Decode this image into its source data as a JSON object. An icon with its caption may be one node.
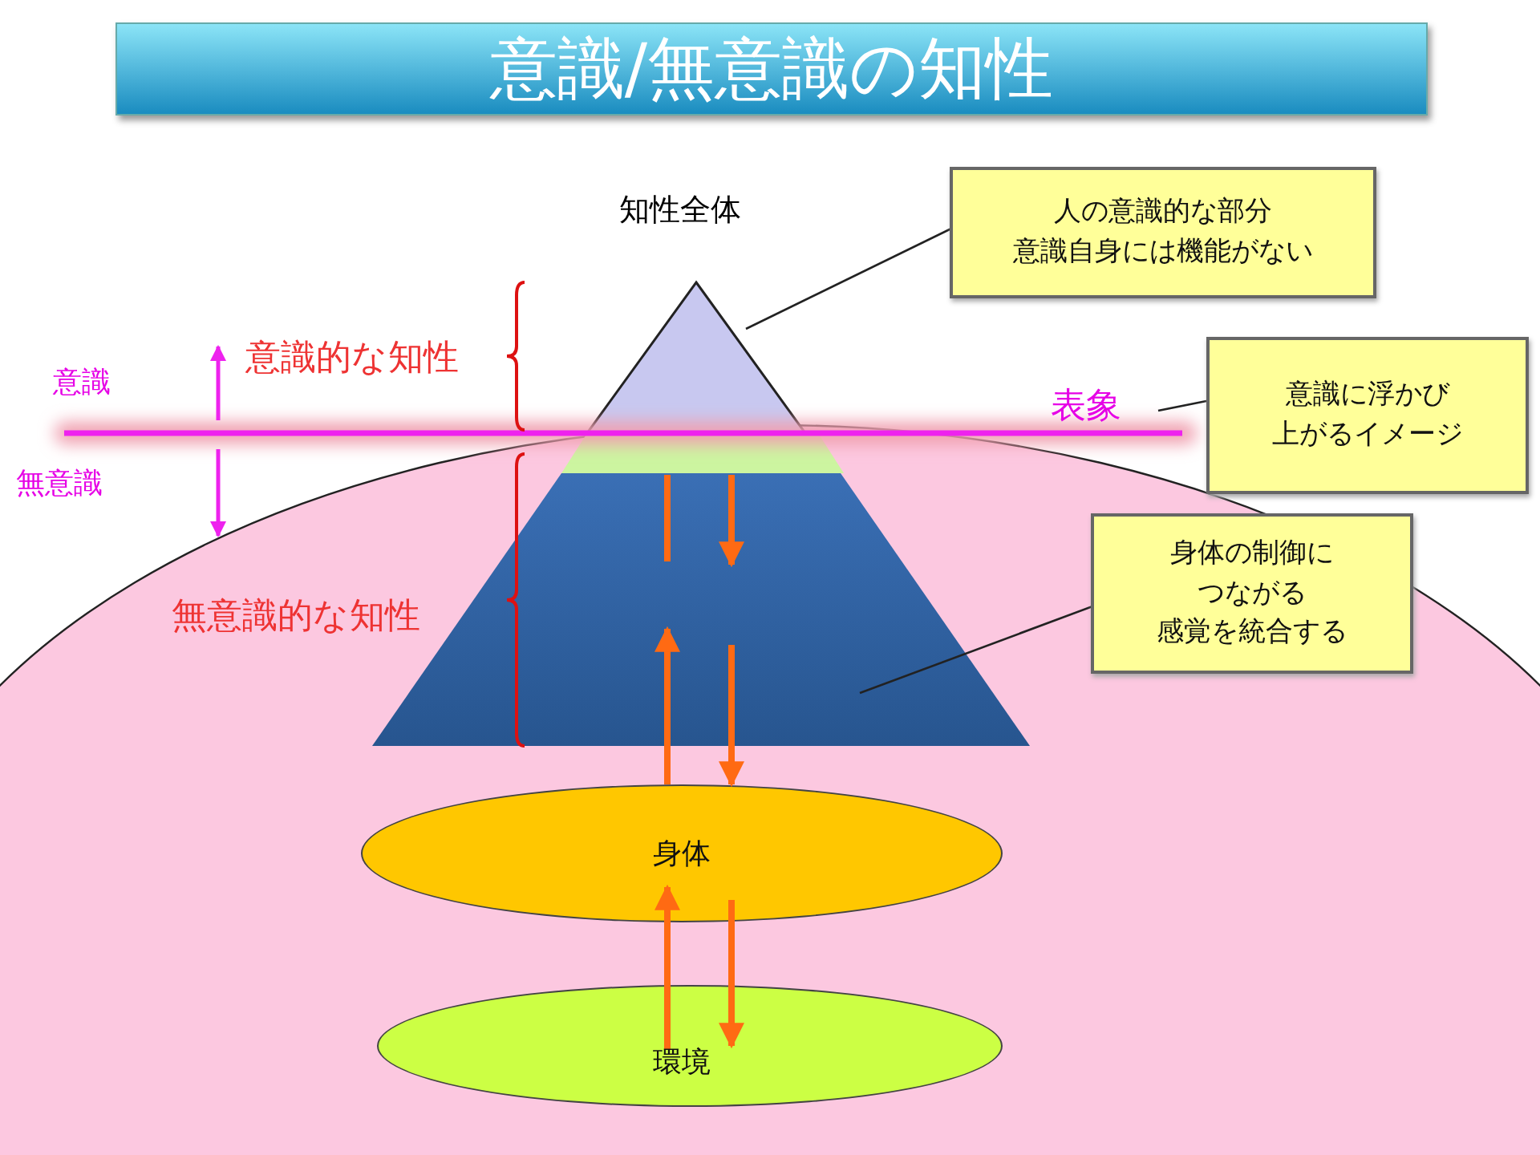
{
  "diagram": {
    "title": "意識/無意識の知性",
    "nodes": [
      {
        "text": [
          "知性全体"
        ]
      },
      {
        "text": [],
        "shape": "triangle",
        "in": 0
      },
      {
        "text": [],
        "shape": "band",
        "in": 0
      },
      {
        "text": [],
        "shape": "trapezoid",
        "in": 0
      },
      {
        "text": [
          "身体"
        ]
      },
      {
        "text": [
          "環境"
        ]
      },
      {
        "text": [
          "人の意識的な部分意識自身には機能がない"
        ]
      },
      {
        "text": [
          "表象"
        ]
      },
      {
        "text": [
          "意識に浮かび上がるイメージ"
        ]
      },
      {
        "text": [
          "身体の制御につながる感覚を統合する"
        ]
      }
    ],
    "edges": [
      {
        "from": 3,
        "to": 2,
        "arrow": "none",
        "color": "#ff6a13"
      },
      {
        "from": 2,
        "to": 3,
        "arrow": "to",
        "color": "#ff6a13"
      },
      {
        "from": 4,
        "to": 3,
        "arrow": "to",
        "color": "#ff6a13"
      },
      {
        "from": 3,
        "to": 4,
        "arrow": "to",
        "color": "#ff6a13"
      },
      {
        "from": 5,
        "to": 4,
        "arrow": "to",
        "color": "#ff6a13"
      },
      {
        "from": 4,
        "to": 5,
        "arrow": "to",
        "color": "#ff6a13"
      },
      {
        "from": 6,
        "to": 1,
        "arrow": "none",
        "color": "#222222"
      },
      {
        "from": 8,
        "to": 7,
        "arrow": "none",
        "color": "#222222"
      },
      {
        "from": 9,
        "to": 3,
        "arrow": "none",
        "color": "#222222"
      }
    ],
    "labels": [
      "意識",
      "意識的な知性",
      "無意識",
      "無意識的な知性"
    ]
  }
}
